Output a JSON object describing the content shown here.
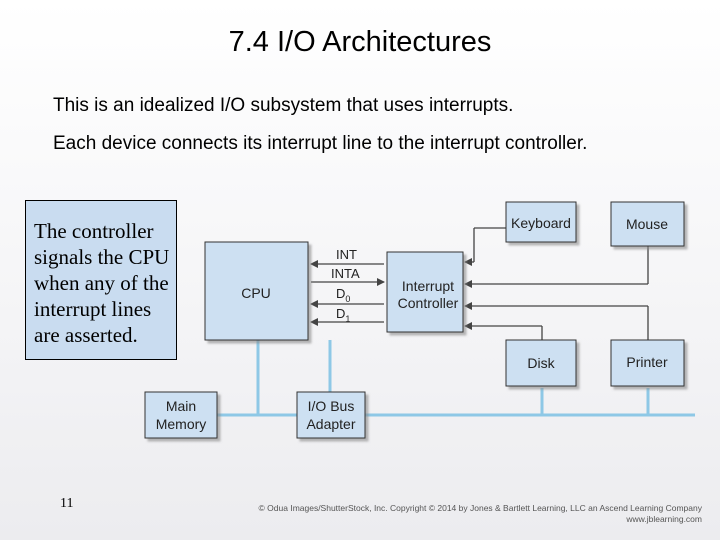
{
  "slide": {
    "title": "7.4 I/O Architectures",
    "line1": "This is an idealized I/O subsystem that uses interrupts.",
    "line2": "Each device connects its interrupt line to the interrupt controller.",
    "callout": "The controller signals the CPU when any of the interrupt lines are asserted.",
    "slide_number": "11",
    "copyright_line1": "© Odua Images/ShutterStock, Inc. Copyright © 2014 by Jones & Bartlett Learning, LLC an Ascend Learning Company",
    "copyright_line2": "www.jblearning.com"
  },
  "diagram": {
    "cpu": "CPU",
    "controller_line1": "Interrupt",
    "controller_line2": "Controller",
    "keyboard": "Keyboard",
    "mouse": "Mouse",
    "disk": "Disk",
    "printer": "Printer",
    "main_memory_line1": "Main",
    "main_memory_line2": "Memory",
    "io_bus_line1": "I/O Bus",
    "io_bus_line2": "Adapter",
    "signal_int": "INT",
    "signal_inta": "INTA",
    "signal_d0": "D",
    "signal_d0_sub": "0",
    "signal_d1": "D",
    "signal_d1_sub": "1",
    "colors": {
      "box_fill": "#cde0f2",
      "bus": "#8ec8e6",
      "line": "#444444"
    }
  }
}
